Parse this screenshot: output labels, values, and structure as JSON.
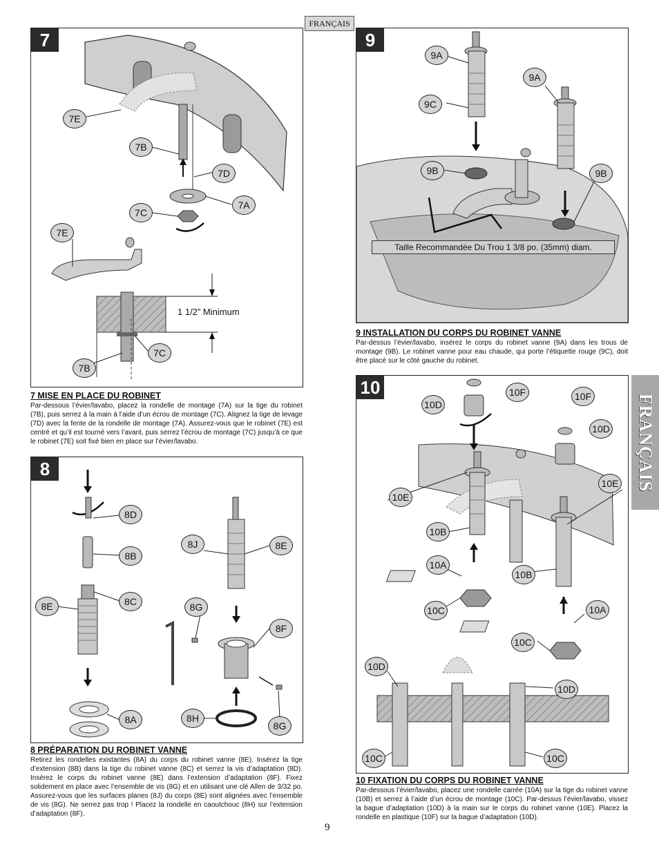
{
  "header": {
    "lang_tab": "FRANÇAIS"
  },
  "side_tab": {
    "label": "FRANÇAIS"
  },
  "page_number": "9",
  "steps": {
    "s7": {
      "number": "7",
      "labels": {
        "e1": "7E",
        "b1": "7B",
        "d": "7D",
        "a": "7A",
        "c1": "7C",
        "e2": "7E",
        "c2": "7C",
        "b2": "7B"
      },
      "dimension": "1 1/2” Minimum",
      "title": "7 MISE EN PLACE DU ROBINET",
      "body": "Par-dessous l’évier/lavabo, placez la rondelle de montage (7A) sur la tige du robinet (7B), puis serrez à la main à l’aide d’un écrou de montage (7C). Alignez la tige de levage (7D) avec la fente de la rondelle de montage (7A). Assurez-vous que le robinet (7E) est centré et qu’il est tourné vers l’avant, puis serrez l’écrou de montage (7C) jusqu’à ce que le robinet (7E) soit fixé bien en place sur l’évier/lavabo."
    },
    "s8": {
      "number": "8",
      "labels": {
        "d": "8D",
        "b": "8B",
        "e1": "8E",
        "c": "8C",
        "a": "8A",
        "j": "8J",
        "e2": "8E",
        "g1": "8G",
        "f": "8F",
        "h": "8H",
        "g2": "8G"
      },
      "title": "8 PRÉPARATION DU ROBINET VANNE",
      "body": "Retirez les rondelles existantes (8A) du corps du robinet vanne (8E). Insérez la tige d’extension (8B) dans la tige du robinet vanne (8C) et serrez la vis d’adaptation (8D). Insérez le corps du robinet vanne (8E) dans l’extension d’adaptation (8F). Fixez solidement en place avec l’ensemble de vis (8G) et en utilisant une clé Allen de 3/32 po. Assurez-vous que les surfaces planes (8J) du corps (8E) sont alignées avec l’ensemble de vis (8G). Ne serrez pas trop ! Placez la rondelle en caoutchouc (8H) sur l’extension d’adaptation (8F)."
    },
    "s9": {
      "number": "9",
      "labels": {
        "a1": "9A",
        "a2": "9A",
        "c": "9C",
        "b1": "9B",
        "b2": "9B"
      },
      "hole_note": "Taille Recommandée Du Trou 1 3/8 po. (35mm) diam.",
      "title": "9 INSTALLATION DU CORPS DU ROBINET VANNE",
      "body": "Par-dessus l’évier/lavabo, insérez le corps du robinet vanne (9A) dans les trous de montage (9B). Le robinet vanne pour eau chaude, qui porte l’étiquette rouge (9C), doit être placé sur le côté gauche du robinet."
    },
    "s10": {
      "number": "10",
      "labels": {
        "f1": "10F",
        "d1": "10D",
        "f2": "10F",
        "d2": "10D",
        "e1": "10E",
        "e2": "10E",
        "b1": "10B",
        "a1": "10A",
        "b2": "10B",
        "c1": "10C",
        "a2": "10A",
        "c2": "10C",
        "d3": "10D",
        "d4": "10D",
        "c3": "10C",
        "c4": "10C"
      },
      "title": "10 FIXATION DU CORPS DU ROBINET VANNE",
      "body": "Par-dessous l’évier/lavabo, placez une rondelle carrée (10A) sur la tige du robinet vanne (10B) et serrez à l’aide d’un écrou de montage (10C). Par-dessus l’évier/lavabo, vissez la bague d’adaptation (10D) à la main sur le corps du robinet vanne (10E). Placez la rondelle en plastique (10F) sur la bague d’adaptation (10D)."
    }
  }
}
